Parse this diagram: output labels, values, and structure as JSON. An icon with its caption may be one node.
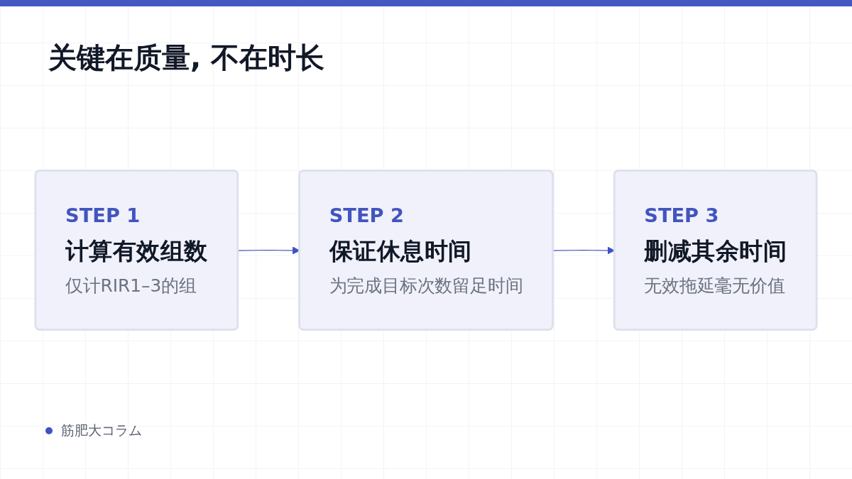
{
  "diagram": {
    "title": "关键在质量, 不在时长",
    "nodes": [
      {
        "text": [
          "STEP 1",
          "计算有效组数",
          "仅计RIR1–3的组"
        ]
      },
      {
        "text": [
          "STEP 2",
          "保证休息时间",
          "为完成目标次数留足时间"
        ]
      },
      {
        "text": [
          "STEP 3",
          "删减其余时间",
          "无效拖延毫无价值"
        ]
      }
    ],
    "edges": [
      {
        "from": 0,
        "to": 1,
        "arrow": "to"
      },
      {
        "from": 1,
        "to": 2,
        "arrow": "to"
      }
    ],
    "labels": [
      "筋肥大コラム"
    ]
  }
}
